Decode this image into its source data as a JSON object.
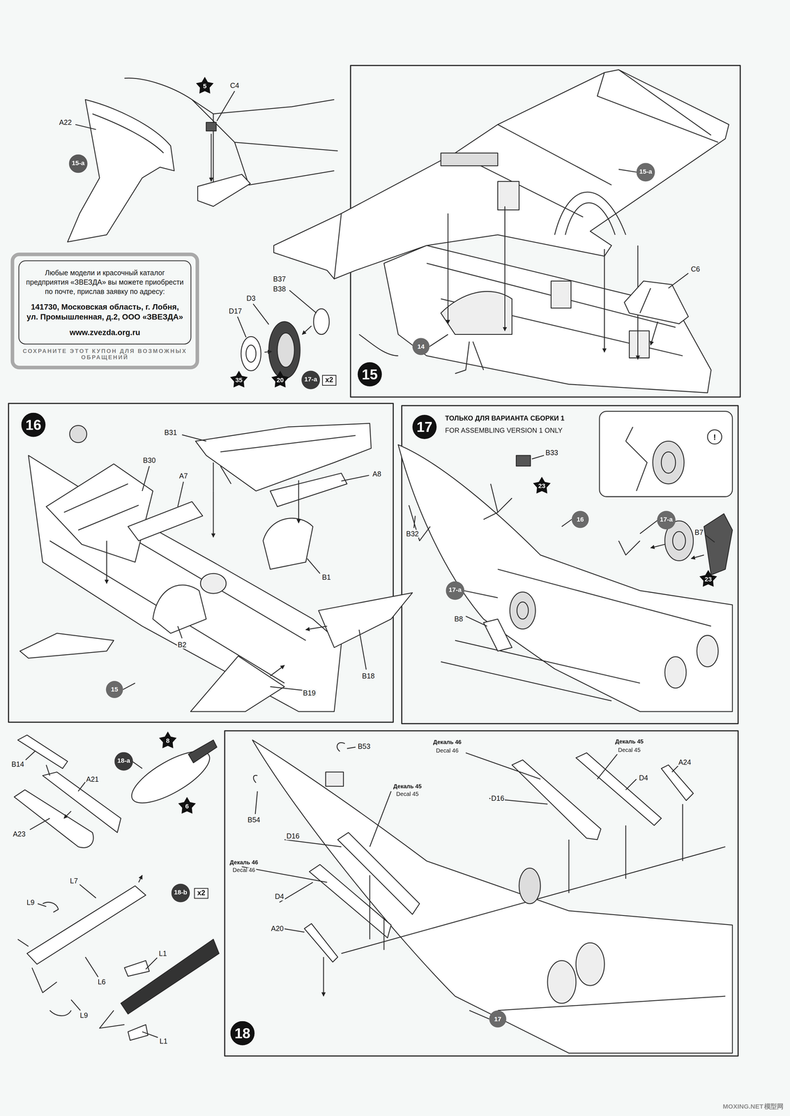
{
  "diagram": {
    "nodes": [
      {
        "text": [
          "15-a"
        ]
      },
      {
        "text": [
          "5"
        ]
      },
      {
        "text": [
          "Любые модели и красочный каталог предприятия «ЗВЕЗДА» вы можете приобрести по почте, прислав заявку по адресу:",
          "141730, Московская область, г. Лобня, ул. Промышленная, д.2, ООО «ЗВЕЗДА»",
          "www.zvezda.org.ru",
          "СОХРАНИТЕ ЭТОТ КУПОН ДЛЯ ВОЗМОЖНЫХ ОБРАЩЕНИЙ"
        ]
      },
      {
        "text": [
          "35"
        ]
      },
      {
        "text": [
          "20"
        ]
      },
      {
        "text": [
          "17-a"
        ]
      },
      {
        "text": [
          "x2"
        ]
      },
      {
        "text": [
          "15"
        ]
      },
      {
        "text": [
          "15-a"
        ]
      },
      {
        "text": [
          "14"
        ]
      },
      {
        "text": [
          "16"
        ]
      },
      {
        "text": [
          "15"
        ]
      },
      {
        "text": [
          "17"
        ]
      },
      {
        "text": [
          "23"
        ]
      },
      {
        "text": [
          "16"
        ]
      },
      {
        "text": [
          "17-a"
        ]
      },
      {
        "text": [
          "23"
        ]
      },
      {
        "text": [
          "17-a"
        ]
      },
      {
        "text": [
          "8"
        ]
      },
      {
        "text": [
          "18-a"
        ]
      },
      {
        "text": [
          "6"
        ]
      },
      {
        "text": [
          "18-b"
        ]
      },
      {
        "text": [
          "x2"
        ]
      },
      {
        "text": [
          "18"
        ]
      },
      {
        "text": [
          "17"
        ]
      }
    ],
    "labels": [
      "A22",
      "C4",
      "B37",
      "B38",
      "D3",
      "D17",
      "C6",
      "B31",
      "B30",
      "A7",
      "A8",
      "B1",
      "B2",
      "B18",
      "B19",
      "ТОЛЬКО ДЛЯ ВАРИАНТА СБОРКИ 1",
      "FOR ASSEMBLING VERSION 1 ONLY",
      "!",
      "B33",
      "B32",
      "B7",
      "B8",
      "B14",
      "A21",
      "A23",
      "L7",
      "L9",
      "L6",
      "L9",
      "L1",
      "L1",
      "B53",
      "B54",
      "Декаль 46",
      "Decal 46",
      "Декаль 45",
      "Decal 45",
      "D4",
      "A24",
      "D16",
      "Декаль 45",
      "Decal 45",
      "D16",
      "Декаль 46",
      "Decal 46",
      "D4",
      "A20",
      "MOXING.NET",
      "模型网"
    ]
  }
}
